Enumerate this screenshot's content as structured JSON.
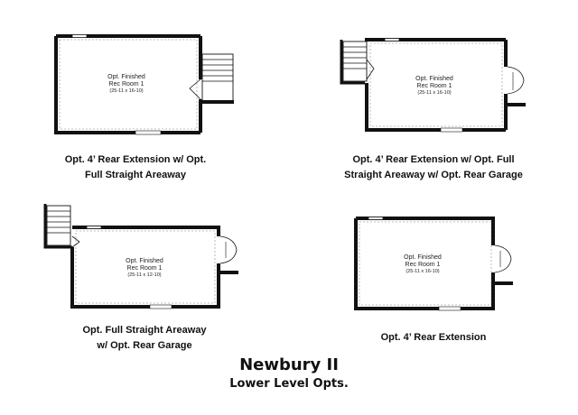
{
  "plans": [
    {
      "room_name": "Opt. Finished",
      "room_label": "Rec Room 1",
      "room_size": "(25-11 x 16-10)",
      "caption_line1": "Opt. 4’ Rear Extension w/ Opt.",
      "caption_line2": "Full Straight Areaway"
    },
    {
      "room_name": "Opt. Finished",
      "room_label": "Rec Room 1",
      "room_size": "(25-11 x 16-10)",
      "caption_line1": "Opt. 4’ Rear Extension w/ Opt. Full",
      "caption_line2": "Straight Areaway w/ Opt. Rear Garage"
    },
    {
      "room_name": "Opt. Finished",
      "room_label": "Rec Room 1",
      "room_size": "(25-11 x 12-10)",
      "caption_line1": "Opt. Full Straight Areaway",
      "caption_line2": "w/ Opt. Rear Garage"
    },
    {
      "room_name": "Opt. Finished",
      "room_label": "Rec Room 1",
      "room_size": "(25-11 x 16-10)",
      "caption_line1": "Opt. 4’ Rear Extension",
      "caption_line2": ""
    }
  ],
  "title": "Newbury II",
  "subtitle": "Lower Level Opts.",
  "colors": {
    "wall": "#111111",
    "dashed": "#9a9a9a",
    "text": "#111111"
  }
}
